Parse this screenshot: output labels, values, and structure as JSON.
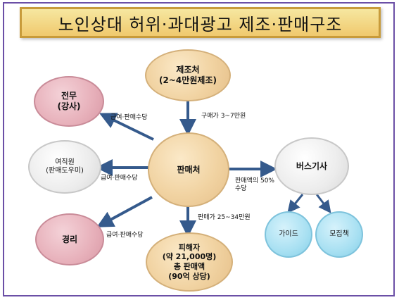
{
  "title": "노인상대 허위·과대광고 제조·판매구조",
  "nodes": {
    "manufacturer": "제조처\n(2~4만원제조)",
    "lecturer": "전무\n(강사)",
    "female_staff": "여직원\n(판매도우미)",
    "sales": "판매처",
    "bus_driver": "버스기사",
    "manager": "경리",
    "victims": "피해자\n(약 21,000명)\n총 판매액\n(90억 상당)",
    "guide": "가이드",
    "recruiter": "모집책"
  },
  "edge_labels": {
    "purchase_price": "구매가 3~7만원",
    "to_lecturer": "급여·판매수당",
    "to_female_staff": "급여·판매수당",
    "to_manager": "급여·판매수당",
    "to_bus_driver": "판매액의 50%\n수당",
    "sales_price": "판매가 25~34만원"
  },
  "colors": {
    "arrow": "#355a8c",
    "title_bg": "#f0c96e",
    "frame": "#6b4fa6"
  }
}
